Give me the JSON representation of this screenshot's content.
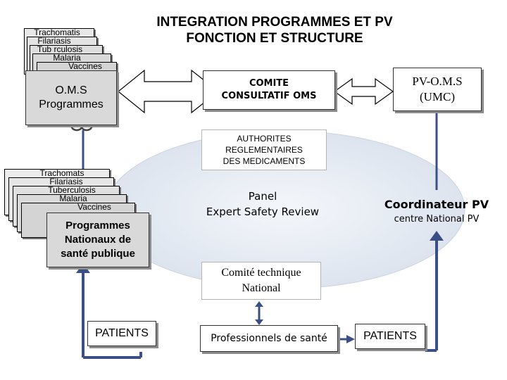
{
  "title": {
    "line1": "INTEGRATION  PROGRAMMES ET PV",
    "line2": "FONCTION ET STRUCTURE"
  },
  "oms_stack": {
    "items": [
      "Trachomatis",
      "Filariasis",
      "Tub rculosis",
      "Malaria",
      "Vaccines"
    ],
    "box_line1": "O.M.S",
    "box_line2": "Programmes"
  },
  "national_stack": {
    "items": [
      "Trachomats",
      "Filariasis",
      "Tuberculosis",
      "Malaria",
      "Vaccines"
    ],
    "box_line1": "Programmes",
    "box_line2": "Nationaux de",
    "box_line3": "santé  publique"
  },
  "comite_oms": {
    "line1": "COMITE",
    "line2": "CONSULTATIF OMS"
  },
  "pv_oms": {
    "line1": "PV-O.M.S",
    "line2": "(UMC)"
  },
  "autorites": {
    "line1": "AUTHORITES",
    "line2": "REGLEMENTAIRES",
    "line3": "DES MEDICAMENTS"
  },
  "panel": {
    "line1": "Panel",
    "line2": "Expert Safety Review"
  },
  "coordinateur": {
    "line1": "Coordinateur PV",
    "line2": "centre National PV"
  },
  "comite_technique": {
    "line1": "Comité technique",
    "line2": "National"
  },
  "patients_left": "PATIENTS",
  "professionnels": "Professionnels de santé",
  "patients_right": "PATIENTS",
  "colors": {
    "ellipse_fill": "#e6ecf3",
    "arrow_blue": "#3a4f86",
    "card_gray": "#d9d9d9"
  }
}
